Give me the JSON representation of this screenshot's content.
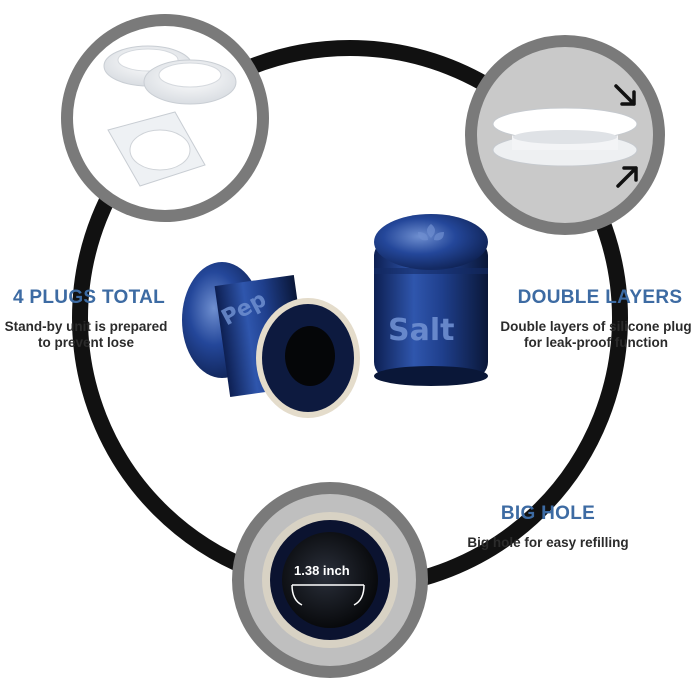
{
  "features": {
    "plugs": {
      "title": "4 PLUGS TOTAL",
      "line1": "Stand-by unit is prepared",
      "line2": "to prevent lose"
    },
    "layers": {
      "title": "DOUBLE LAYERS",
      "line1": "Double layers of silicone plug",
      "line2": "for leak-proof function"
    },
    "hole": {
      "title": "BIG HOLE",
      "line1": "Big hole for easy refilling"
    }
  },
  "product": {
    "pepper_label": "Pep",
    "salt_label": "Salt",
    "hole_measurement": "1.38 inch"
  },
  "colors": {
    "heading": "#3d6ba3",
    "shaker_blue": "#1d3f86",
    "ring": "#111111",
    "inset_border": "#7a7a7a"
  }
}
